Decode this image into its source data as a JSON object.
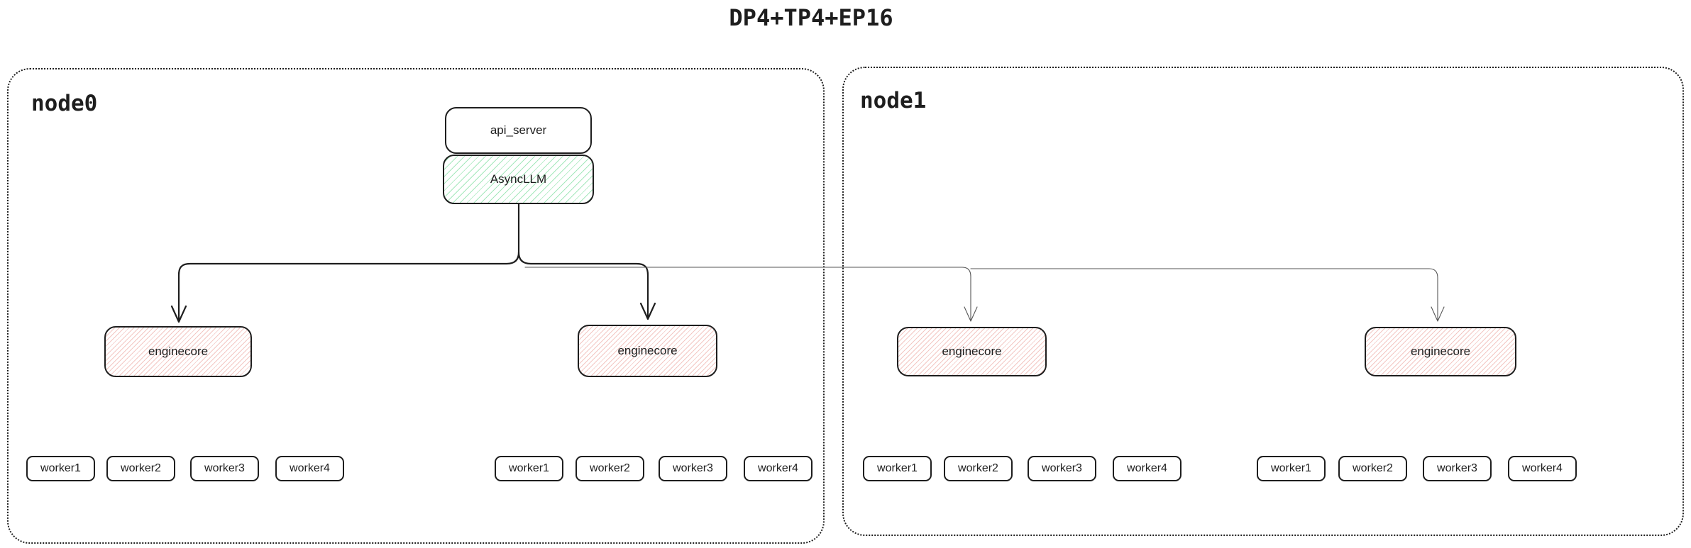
{
  "title": "DP4+TP4+EP16",
  "colors": {
    "border": "#1e1e1e",
    "hatch_green": "#a5e8bc",
    "hatch_red": "#f3c7c3",
    "thin_arrow": "#565656"
  },
  "node0": {
    "label": "node0",
    "api_server_label": "api_server",
    "asyncllm_label": "AsyncLLM",
    "enginecores": [
      "enginecore",
      "enginecore"
    ],
    "worker_groups": [
      [
        "worker1",
        "worker2",
        "worker3",
        "worker4"
      ],
      [
        "worker1",
        "worker2",
        "worker3",
        "worker4"
      ]
    ]
  },
  "node1": {
    "label": "node1",
    "enginecores": [
      "enginecore",
      "enginecore"
    ],
    "worker_groups": [
      [
        "worker1",
        "worker2",
        "worker3",
        "worker4"
      ],
      [
        "worker1",
        "worker2",
        "worker3",
        "worker4"
      ]
    ]
  }
}
